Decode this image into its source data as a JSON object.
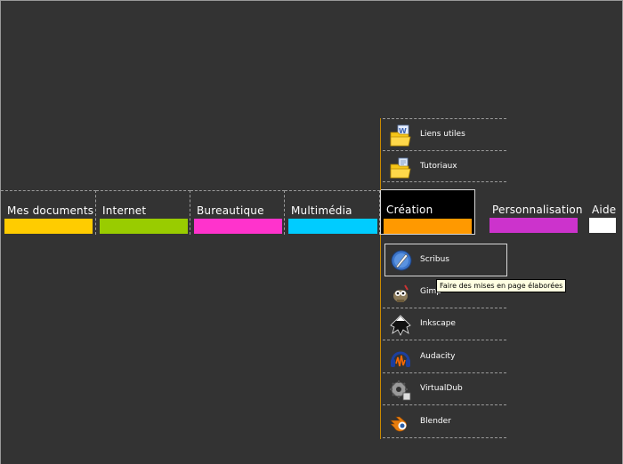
{
  "nav": {
    "items": [
      {
        "label": "Mes documents",
        "color": "#ffcc00"
      },
      {
        "label": "Internet",
        "color": "#99cc00"
      },
      {
        "label": "Bureautique",
        "color": "#ff33cc"
      },
      {
        "label": "Multimédia",
        "color": "#00ccff"
      },
      {
        "label": "Création",
        "color": "#ff9900",
        "active": true
      },
      {
        "label": "Personnalisation",
        "color": "#cc33cc"
      },
      {
        "label": "Aide",
        "color": "#ffffff"
      }
    ]
  },
  "submenu_top": {
    "items": [
      {
        "label": "Liens utiles",
        "icon": "folder-links-icon"
      },
      {
        "label": "Tutoriaux",
        "icon": "folder-tutorials-icon"
      }
    ]
  },
  "submenu_bottom": {
    "items": [
      {
        "label": "Scribus",
        "icon": "scribus-icon"
      },
      {
        "label": "Gimp",
        "icon": "gimp-icon"
      },
      {
        "label": "Inkscape",
        "icon": "inkscape-icon"
      },
      {
        "label": "Audacity",
        "icon": "audacity-icon"
      },
      {
        "label": "VirtualDub",
        "icon": "virtualdub-icon"
      },
      {
        "label": "Blender",
        "icon": "blender-icon"
      }
    ]
  },
  "tooltip": {
    "text": "Faire des mises en page élaborées"
  },
  "colors": {
    "background": "#333333",
    "accent_line": "#c98a00"
  }
}
